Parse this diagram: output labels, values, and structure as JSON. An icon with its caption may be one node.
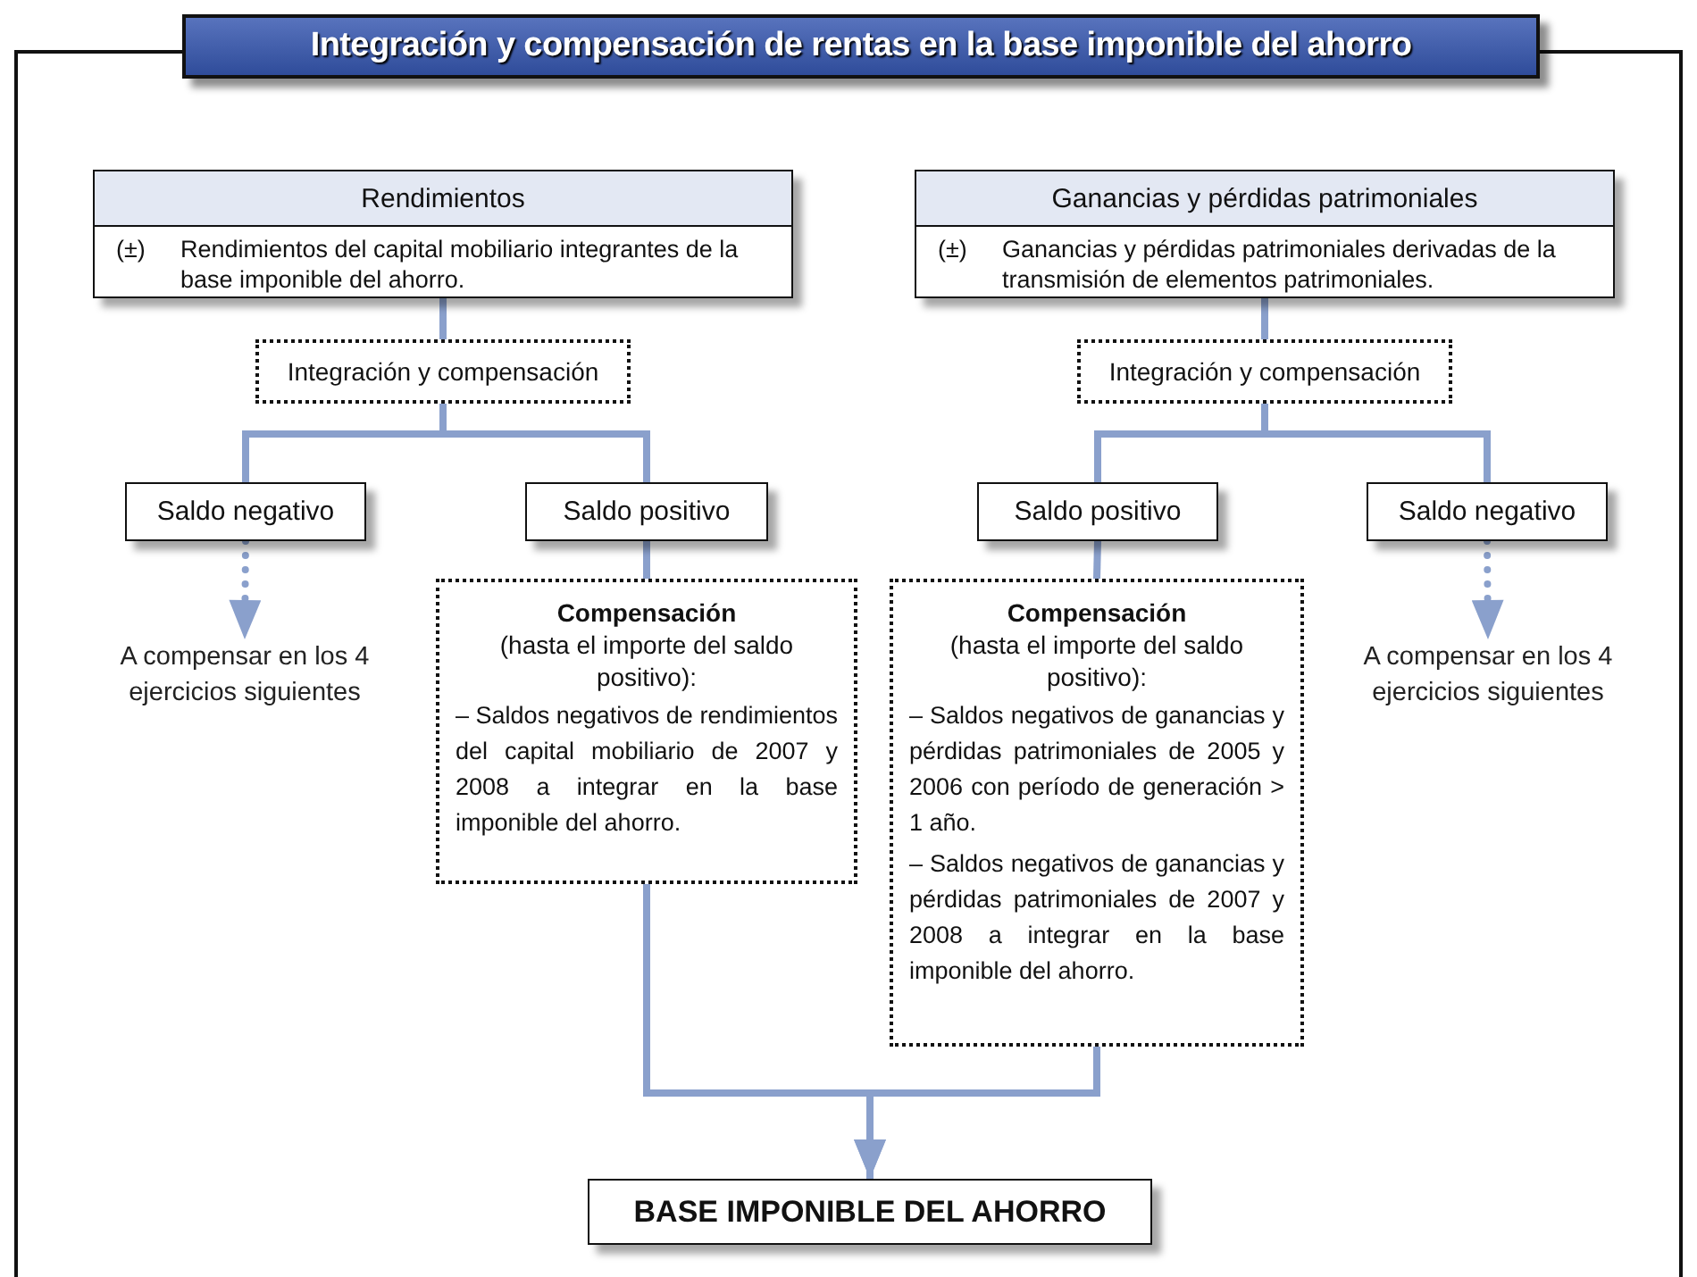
{
  "diagram": {
    "title": "Integración y compensación de rentas en la base imponible del ahorro",
    "nodes": [
      {
        "text": [
          "Rendimientos",
          "(±)",
          "Rendimientos del capital mobiliario integrantes de la base imponible del ahorro."
        ]
      },
      {
        "text": [
          "Ganancias y pérdidas patrimoniales",
          "(±)",
          "Ganancias y pérdidas patrimoniales derivadas de la transmisión de elementos patrimoniales."
        ]
      },
      {
        "text": [
          "Integración y compensación"
        ]
      },
      {
        "text": [
          "Integración y compensación"
        ]
      },
      {
        "text": [
          "Saldo negativo"
        ]
      },
      {
        "text": [
          "Saldo positivo"
        ]
      },
      {
        "text": [
          "Saldo positivo"
        ]
      },
      {
        "text": [
          "Saldo negativo"
        ]
      },
      {
        "text": [
          "A compensar en los 4 ejercicios siguientes"
        ]
      },
      {
        "text": [
          "Compensación",
          "(hasta el importe del saldo positivo):",
          "– Saldos negativos de rendimientos del capital mobiliario de 2007 y 2008 a integrar en la base imponible del ahorro."
        ]
      },
      {
        "text": [
          "Compensación",
          "(hasta el importe del saldo positivo):",
          "– Saldos negativos de ganancias y pérdidas patrimoniales de 2005 y 2006 con período de generación > 1 año.",
          "– Saldos negativos de ganancias y pérdidas patrimoniales de 2007 y 2008 a integrar en la base imponible del ahorro."
        ]
      },
      {
        "text": [
          "A compensar en los 4 ejercicios siguientes"
        ]
      },
      {
        "text": [
          "BASE IMPONIBLE DEL AHORRO"
        ]
      }
    ],
    "edges": [
      {
        "from": 0,
        "to": 2,
        "arrow": "none"
      },
      {
        "from": 2,
        "to": 4,
        "arrow": "none"
      },
      {
        "from": 2,
        "to": 5,
        "arrow": "none"
      },
      {
        "from": 4,
        "to": 8,
        "arrow": "to",
        "style": "dashed"
      },
      {
        "from": 5,
        "to": 9,
        "arrow": "none"
      },
      {
        "from": 1,
        "to": 3,
        "arrow": "none"
      },
      {
        "from": 3,
        "to": 6,
        "arrow": "none"
      },
      {
        "from": 3,
        "to": 7,
        "arrow": "none"
      },
      {
        "from": 6,
        "to": 10,
        "arrow": "none"
      },
      {
        "from": 7,
        "to": 11,
        "arrow": "to",
        "style": "dashed"
      },
      {
        "from": 9,
        "to": 12,
        "arrow": "to"
      },
      {
        "from": 10,
        "to": 12,
        "arrow": "to"
      }
    ]
  }
}
